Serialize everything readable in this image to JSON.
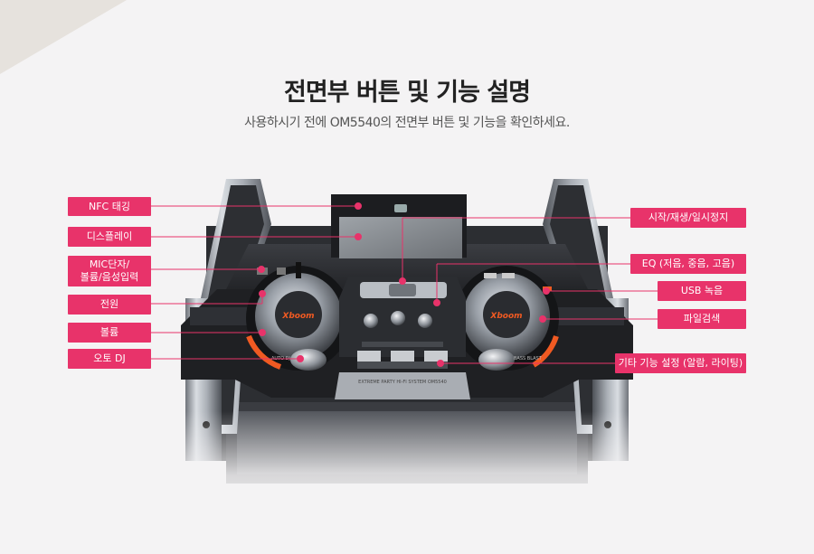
{
  "header": {
    "title": "전면부 버튼 및 기능 설명",
    "subtitle": "사용하시기 전에 OM5540의 전면부 버튼 및 기능을 확인하세요."
  },
  "device": {
    "deck_brand": "Xboom",
    "bottom_print": "EXTREME PARTY HI-FI SYSTEM OM5540",
    "auto_dj_print": "AUTO DJ",
    "bass_blast_print": "BASS BLAST"
  },
  "labels_left": [
    {
      "text": "NFC 태깅"
    },
    {
      "text": "디스플레이"
    },
    {
      "text": "MIC단자/\n볼륨/음성입력"
    },
    {
      "text": "전원"
    },
    {
      "text": "볼륨"
    },
    {
      "text": "오토 DJ"
    }
  ],
  "labels_right": [
    {
      "text": "시작/재생/일시정지"
    },
    {
      "text": "EQ (저음, 중음, 고음)"
    },
    {
      "text": "USB 녹음"
    },
    {
      "text": "파일검색"
    },
    {
      "text": "기타 기능 설정 (알람, 라이팅)"
    }
  ],
  "colors": {
    "label_bg": "#e8336a",
    "line": "#e8336a",
    "page_bg": "#f4f3f4",
    "accent_orange": "#f05a22"
  }
}
